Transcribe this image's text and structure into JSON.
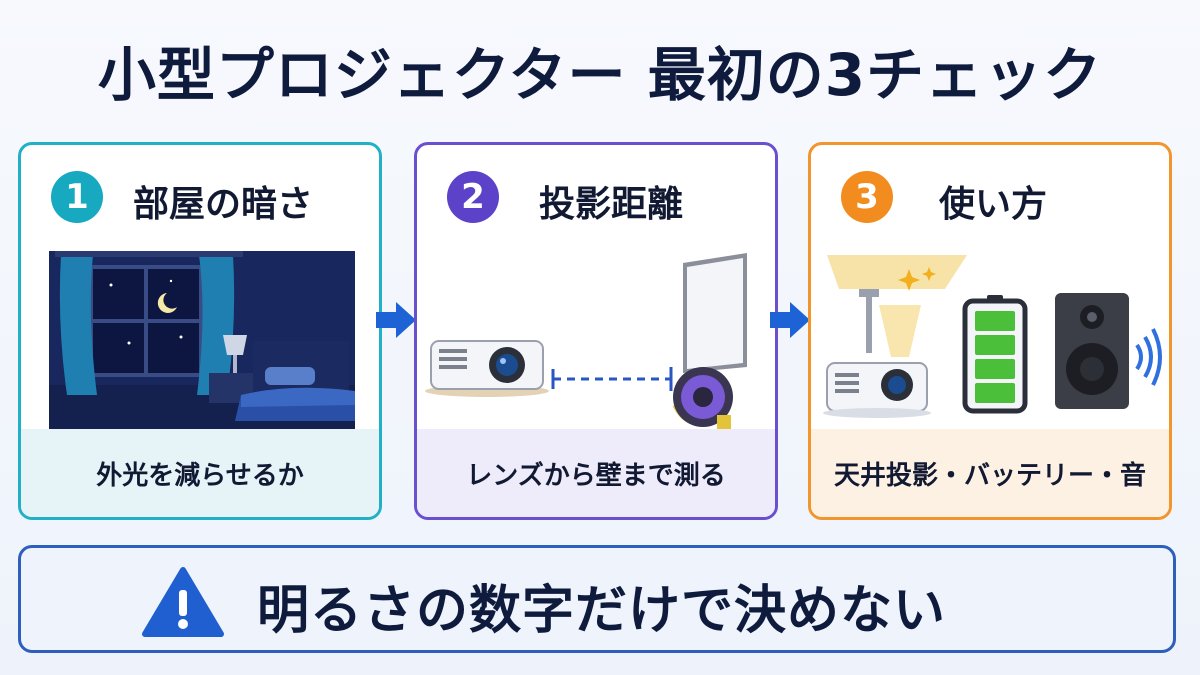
{
  "title": "小型プロジェクター 最初の3チェック",
  "cards": [
    {
      "number": "1",
      "title": "部屋の暗さ",
      "caption": "外光を減らせるか",
      "color": "#17a9bf"
    },
    {
      "number": "2",
      "title": "投影距離",
      "caption": "レンズから壁まで測る",
      "color": "#5c42c8"
    },
    {
      "number": "3",
      "title": "使い方",
      "caption": "天井投影・バッテリー・音",
      "color": "#f28c1f"
    }
  ],
  "warning": {
    "text": "明るさの数字だけで決めない",
    "icon": "warning-icon"
  },
  "icons": [
    "night-room-icon",
    "projector-icon",
    "screen-icon",
    "tape-measure-icon",
    "ceiling-mount-icon",
    "battery-icon",
    "speaker-icon",
    "arrow-right-icon"
  ]
}
